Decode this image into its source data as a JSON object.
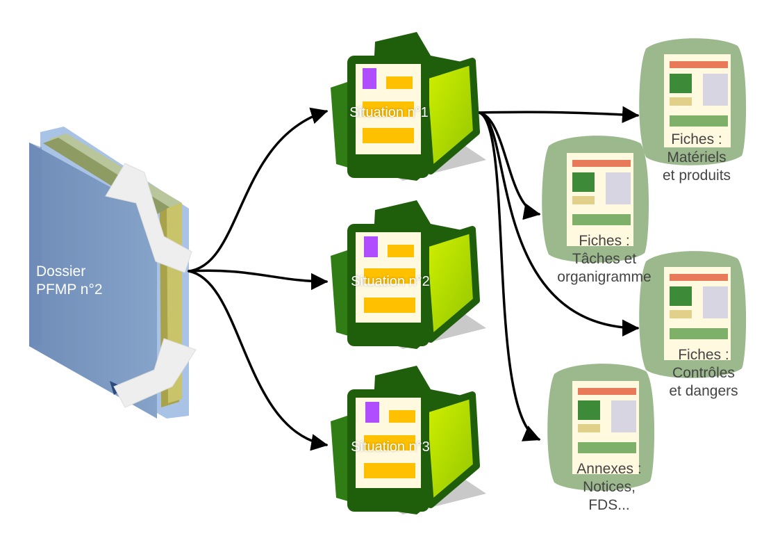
{
  "dossier": {
    "line1": "Dossier",
    "line2": "PFMP n°2"
  },
  "situations": [
    {
      "label": "Situation n°1"
    },
    {
      "label": "Situation n°2"
    },
    {
      "label": "Situation n°3"
    }
  ],
  "fiches": [
    {
      "lines": [
        "Fiches :",
        "Matériels",
        "et produits"
      ]
    },
    {
      "lines": [
        "Fiches :",
        "Tâches et",
        "organigramme"
      ]
    },
    {
      "lines": [
        "Fiches :",
        "Contrôles",
        "et dangers"
      ]
    },
    {
      "lines": [
        "Annexes :",
        "Notices,",
        "FDS..."
      ]
    }
  ],
  "colors": {
    "folder_dark": "#1f5f0c",
    "folder_light": "#b8e000",
    "doc_paper": "#fff9e0",
    "doc_orange": "#ffc000",
    "doc_purple": "#b04dff",
    "card_bg": "#9bb98c",
    "card_red": "#e87a5a",
    "card_green": "#3d8b38",
    "card_gray": "#d8d5e2",
    "card_tan": "#e0d08a",
    "card_bar": "#7fb069",
    "binder_blue": "#7996bf",
    "arrow": "#000000"
  }
}
